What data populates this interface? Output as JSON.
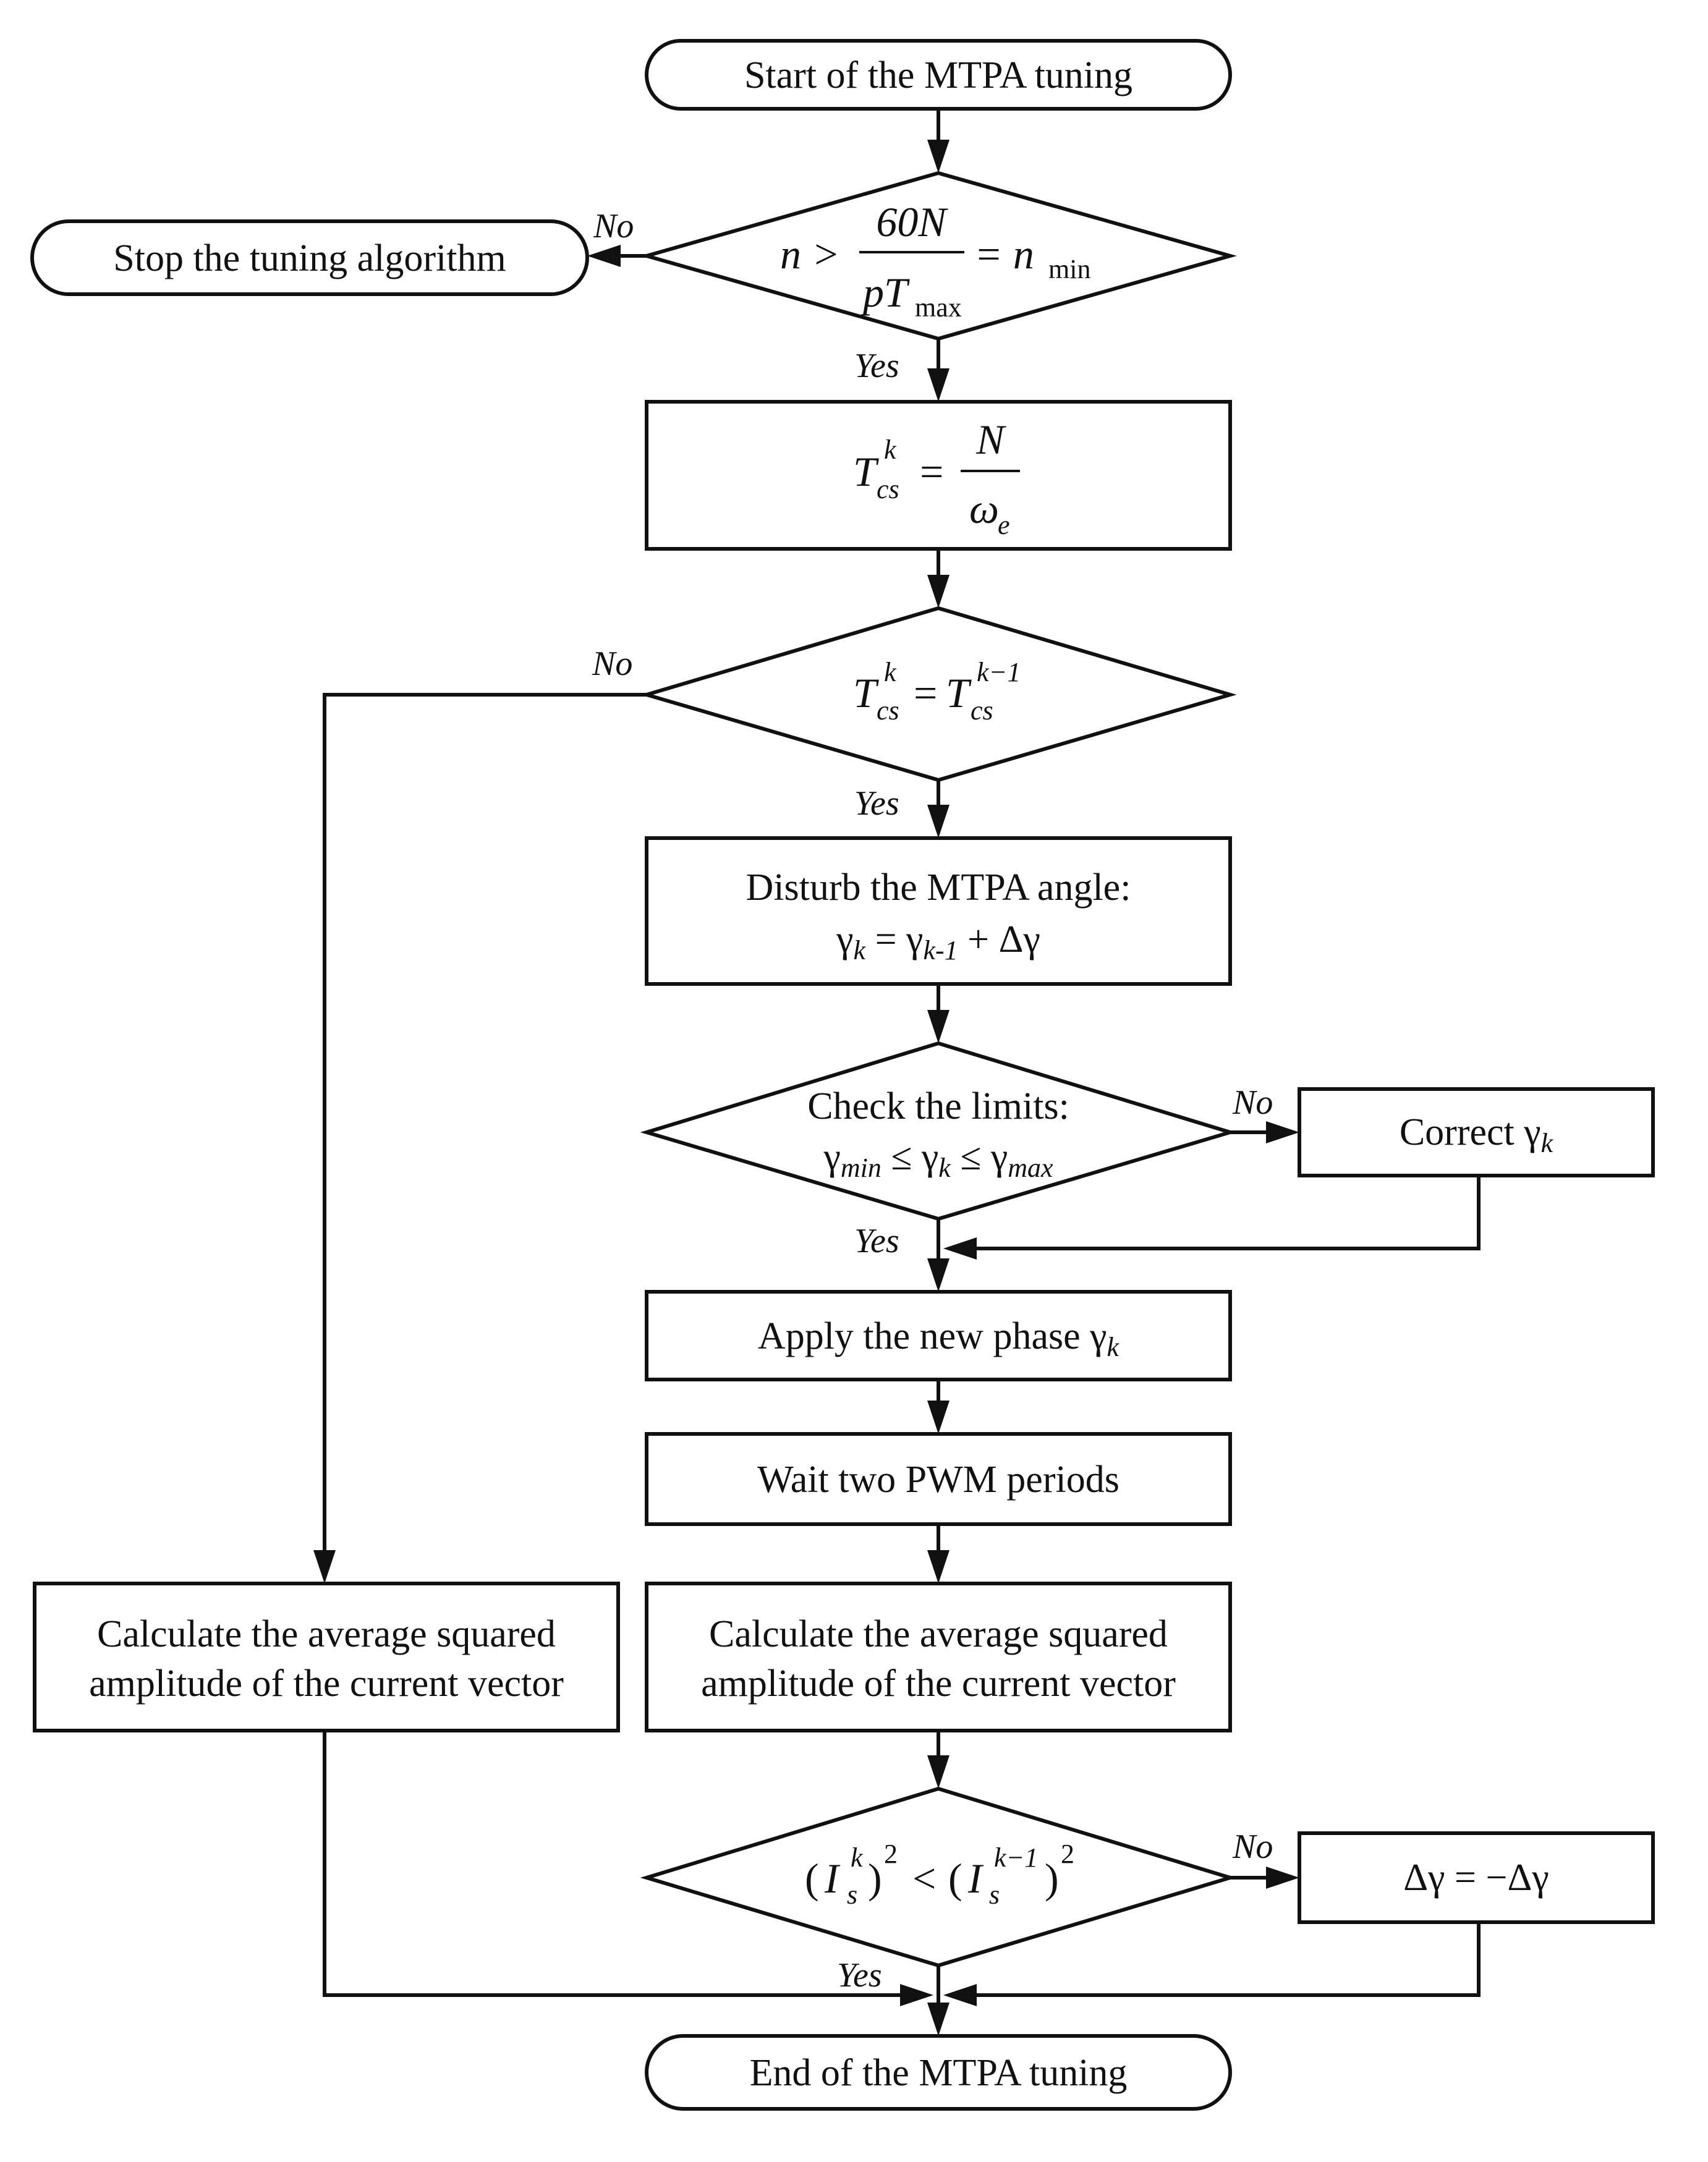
{
  "nodes": {
    "start": "Start of the MTPA tuning",
    "stop": "Stop the tuning algorithm",
    "d1": {
      "lhs": "n >",
      "num": "60N",
      "den_var": "pT",
      "den_sub": "max",
      "rhs": "= n",
      "rhs_sub": "min"
    },
    "tcs": {
      "var": "T",
      "sup": "k",
      "sub": "cs",
      "eq": "=",
      "num": "N",
      "den": "ω",
      "den_sub": "e"
    },
    "d2": {
      "lhs_var": "T",
      "lhs_sup": "k",
      "lhs_sub": "cs",
      "eq": "=",
      "rhs_var": "T",
      "rhs_sup": "k−1",
      "rhs_sub": "cs"
    },
    "disturb": {
      "line1": "Disturb the MTPA angle:",
      "g1": "γ",
      "g1_sub": "k",
      "eq": " = γ",
      "g2_sub": "k-1",
      "tail": " + Δγ"
    },
    "d3": {
      "line1": "Check the limits:",
      "g": "γ",
      "min_sub": "min",
      "le1": " ≤ γ",
      "k_sub": "k",
      "le2": " ≤ γ",
      "max_sub": "max"
    },
    "correct": {
      "text": "Correct γ",
      "sub": "k"
    },
    "apply": {
      "text": "Apply the new phase γ",
      "sub": "k"
    },
    "wait": "Wait two PWM periods",
    "calc_left": [
      "Calculate the average squared",
      "amplitude of the current vector"
    ],
    "calc_right": [
      "Calculate the average squared",
      "amplitude of the current vector"
    ],
    "d4": {
      "open": "(",
      "var": "I",
      "sup_l": "k",
      "sub_l": "s",
      "close_pow": ")",
      "pow": "2",
      "lt": "<",
      "sup_r": "k−1",
      "sub_r": "s"
    },
    "flip": "Δγ = −Δγ",
    "end": "End of the MTPA tuning"
  },
  "labels": {
    "yes": "Yes",
    "no": "No"
  }
}
